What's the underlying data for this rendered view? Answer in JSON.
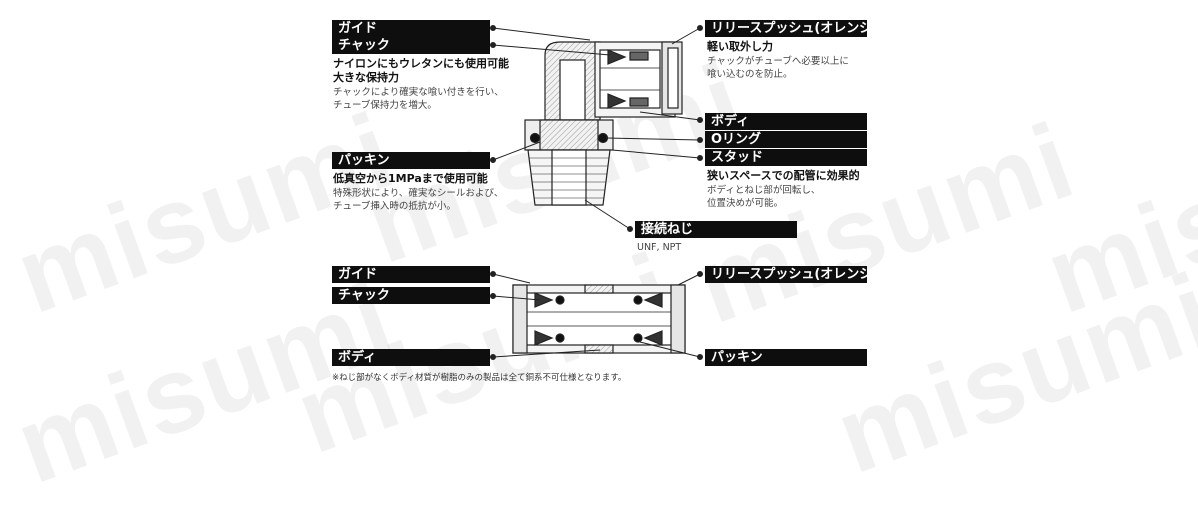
{
  "watermark": "misumi",
  "top": {
    "labels": {
      "guide": "ガイド",
      "chuck": "チャック",
      "packing": "パッキン",
      "connection_thread": "接続ねじ",
      "release_push": "リリースプッシュ(オレンジ色)",
      "body": "ボディ",
      "o_ring": "Oリング",
      "stud": "スタッド"
    },
    "chuck_heading_1": "ナイロンにもウレタンにも使用可能",
    "chuck_heading_2": "大きな保持力",
    "chuck_desc_1": "チャックにより確実な喰い付きを行い、",
    "chuck_desc_2": "チューブ保持力を増大。",
    "packing_heading": "低真空から1MPaまで使用可能",
    "packing_desc_1": "特殊形状により、確実なシールおよび、",
    "packing_desc_2": "チューブ挿入時の抵抗が小。",
    "thread_desc": "UNF, NPT",
    "release_heading": "軽い取外し力",
    "release_desc_1": "チャックがチューブへ必要以上に",
    "release_desc_2": "喰い込むのを防止。",
    "stud_heading": "狭いスペースでの配管に効果的",
    "stud_desc_1": "ボディとねじ部が回転し、",
    "stud_desc_2": "位置決めが可能。"
  },
  "bottom": {
    "labels": {
      "guide": "ガイド",
      "chuck": "チャック",
      "body": "ボディ",
      "release_push": "リリースプッシュ(オレンジ色)",
      "packing": "パッキン"
    },
    "note": "※ねじ部がなくボディ材質が樹脂のみの製品は全て銅系不可仕様となります。"
  }
}
